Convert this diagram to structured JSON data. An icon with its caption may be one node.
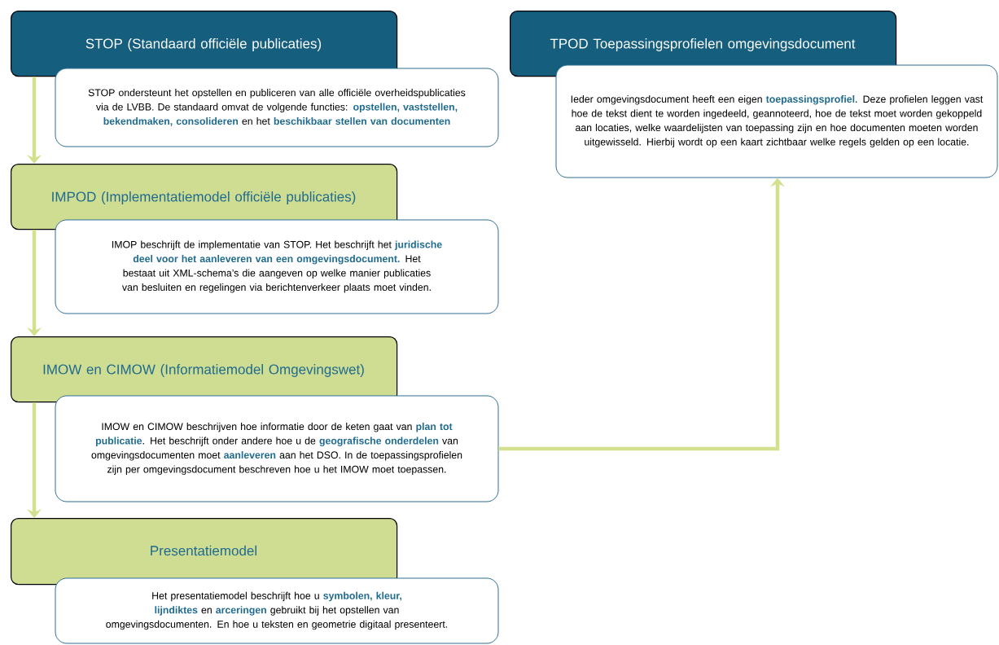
{
  "diagram": {
    "nodes": [
      {
        "text": [
          "STOP (Standaard officiële publicaties)"
        ]
      },
      {
        "text": [
          "STOP ondersteunt het opstellen en publiceren van alle officiële overheidspublicaties via de LVBB. De standaard omvat de volgende functies: **opstellen, vaststellen, bekendmaken, consolideren** en het **beschikbaar stellen van documenten**"
        ]
      },
      {
        "text": [
          "IMPOD (Implementatiemodel officiële publicaties)"
        ]
      },
      {
        "text": [
          "IMOP beschrijft de implementatie van STOP. Het beschrijft het **juridische deel voor het aanleveren van een omgevingsdocument.** Het bestaat uit XML-schema’s die aangeven op welke manier publicaties van besluiten en regelingen via berichtenverkeer plaats moet vinden."
        ]
      },
      {
        "text": [
          "IMOW en CIMOW (Informatiemodel Omgevingswet)"
        ]
      },
      {
        "text": [
          "IMOW en CIMOW beschrijven hoe informatie door de keten gaat van **plan tot publicatie**. Het beschrijft onder andere hoe u de **geografische onderdelen** van omgevingsdocumenten moet **aanleveren** aan het DSO. In de toepassingsprofielen zijn per omgevingsdocument beschreven hoe u het IMOW moet toepassen."
        ]
      },
      {
        "text": [
          "Presentatiemodel"
        ]
      },
      {
        "text": [
          "Het presentatiemodel beschrijft hoe u **symbolen, kleur, lijndiktes** en **arceringen** gebruikt bij het opstellen van omgevingsdocumenten. En hoe u teksten en geometrie digitaal presenteert."
        ]
      },
      {
        "text": [
          "TPOD Toepassingsprofielen omgevingsdocument"
        ]
      },
      {
        "text": [
          "Ieder omgevingsdocument heeft een eigen **toepassingsprofiel**. Deze profielen leggen vast hoe de tekst dient te worden ingedeeld, geannoteerd, hoe de tekst moet worden gekoppeld aan locaties, welke waardelijsten van toepassing zijn en hoe documenten moeten worden uitgewisseld. Hierbij wordt op een kaart zichtbaar welke regels gelden op een locatie."
        ]
      }
    ],
    "edges": [
      {
        "from": 0,
        "to": 2,
        "arrow": "to"
      },
      {
        "from": 2,
        "to": 4,
        "arrow": "to"
      },
      {
        "from": 4,
        "to": 6,
        "arrow": "to"
      },
      {
        "from": 5,
        "to": 9,
        "arrow": "to"
      }
    ]
  }
}
